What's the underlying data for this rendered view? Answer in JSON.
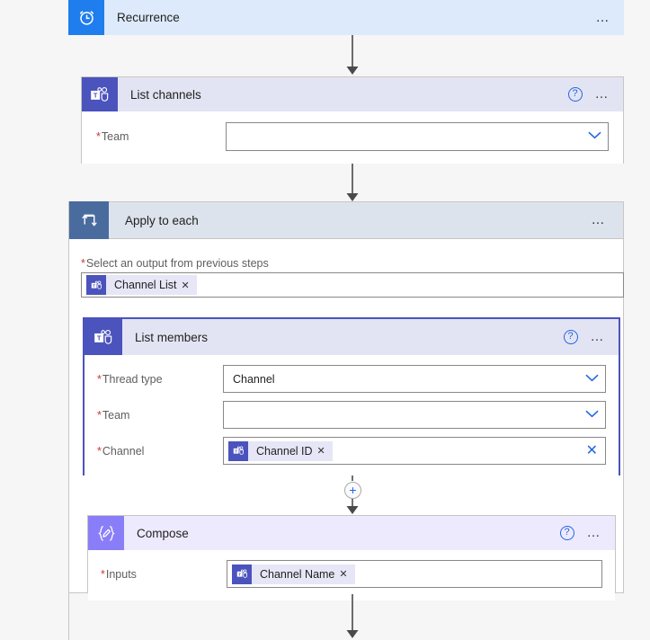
{
  "canvas": {
    "background": "#f6f6f6"
  },
  "colors": {
    "recurrence_icon_bg": "#1f7ded",
    "teams_icon_bg": "#4b53bc",
    "loop_icon_bg": "#4a6b9e",
    "compose_icon_bg": "#8a7ef8",
    "selection_border": "#4b53bc",
    "required_asterisk": "#d13438",
    "link_blue": "#2266e3"
  },
  "steps": {
    "recurrence": {
      "title": "Recurrence",
      "icon": "alarm-clock-icon",
      "menu": "…",
      "has_help": false
    },
    "list_channels": {
      "title": "List channels",
      "icon": "microsoft-teams-icon",
      "help": "?",
      "menu": "…",
      "fields": [
        {
          "label": "Team",
          "required": true,
          "value": "",
          "control": "dropdown"
        }
      ]
    },
    "apply_to_each": {
      "title": "Apply to each",
      "icon": "loop-icon",
      "menu": "…",
      "output_label": "Select an output from previous steps",
      "output_required": true,
      "output_token": {
        "text": "Channel List",
        "icon": "microsoft-teams-icon",
        "remove": "✕"
      }
    },
    "list_members": {
      "title": "List members",
      "icon": "microsoft-teams-icon",
      "help": "?",
      "menu": "…",
      "selected": true,
      "fields": [
        {
          "label": "Thread type",
          "required": true,
          "value": "Channel",
          "control": "dropdown"
        },
        {
          "label": "Team",
          "required": true,
          "value": "",
          "control": "dropdown"
        },
        {
          "label": "Channel",
          "required": true,
          "control": "token",
          "token": {
            "text": "Channel ID",
            "icon": "microsoft-teams-icon",
            "remove": "✕"
          },
          "clear": "✕"
        }
      ]
    },
    "compose": {
      "title": "Compose",
      "icon": "compose-braces-pencil-icon",
      "help": "?",
      "menu": "…",
      "fields": [
        {
          "label": "Inputs",
          "required": true,
          "control": "token",
          "token": {
            "text": "Channel Name",
            "icon": "microsoft-teams-icon",
            "remove": "✕"
          }
        }
      ]
    }
  },
  "connectors": {
    "insert_button_label": "+"
  }
}
